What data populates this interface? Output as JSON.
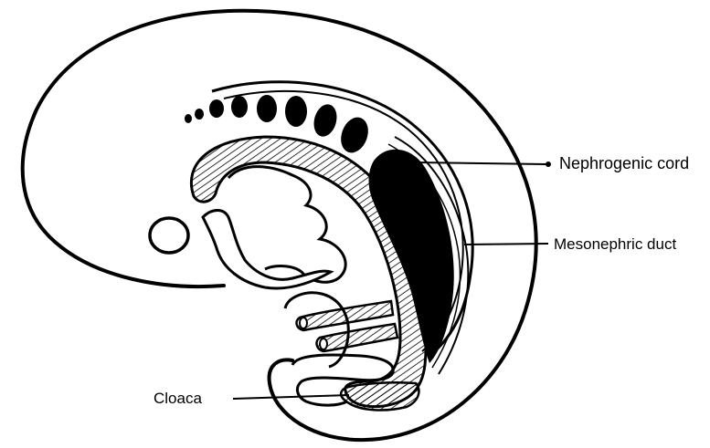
{
  "diagram": {
    "labels": {
      "nephrogenic_cord": "Nephrogenic cord",
      "mesonephric_duct": "Mesonephric duct",
      "cloaca": "Cloaca"
    },
    "colors": {
      "ink": "#000000",
      "background": "#ffffff"
    }
  }
}
